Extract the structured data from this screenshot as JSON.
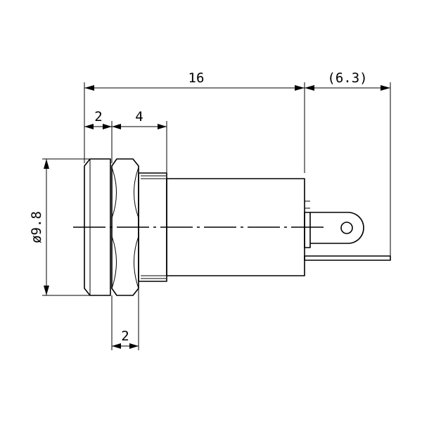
{
  "dimensions": {
    "overall_length": "16",
    "terminal_length": "(6.3)",
    "flange_thickness": "2",
    "nut_thickness": "4",
    "nut_width": "2",
    "diameter": "ø9.8"
  }
}
